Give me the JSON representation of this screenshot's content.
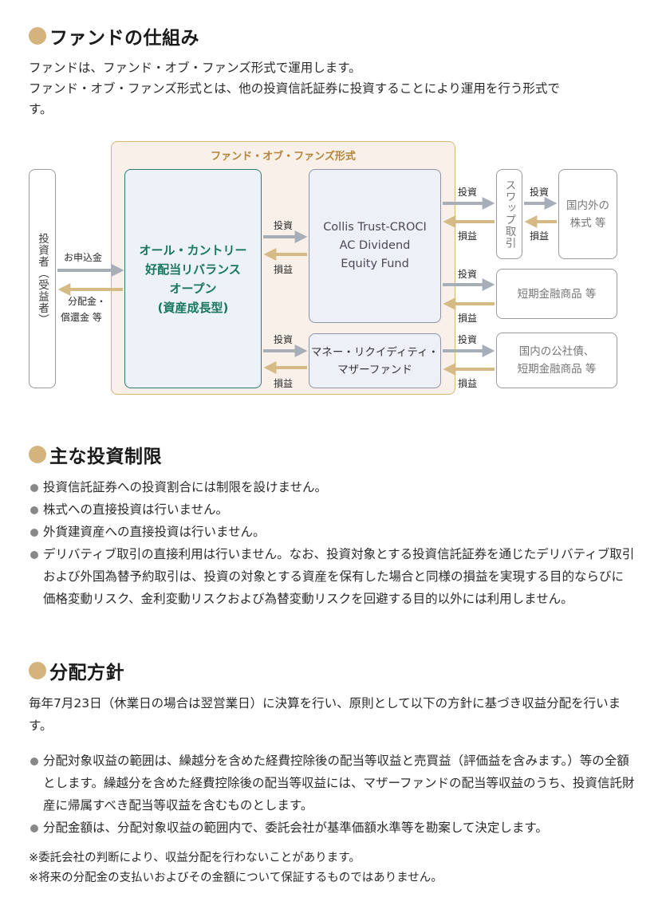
{
  "section1": {
    "heading": "ファンドの仕組み",
    "line1": "ファンドは、ファンド・オブ・ファンズ形式で運用します。",
    "line2": "ファンド・オブ・ファンズ形式とは、他の投資信託証券に投資することにより運用を行う形式で",
    "line3": "す。"
  },
  "diagram": {
    "frame_title": "ファンド・オブ・ファンズ形式",
    "investor": "投資者（受益者）",
    "subscription": "お申込金",
    "distribution_1": "分配金・",
    "distribution_2": "償還金 等",
    "fund_line1": "オール・カントリー",
    "fund_line2": "好配当リバランス",
    "fund_line3": "オープン",
    "fund_line4": "(資産成長型)",
    "croci_line1": "Collis Trust-CROCI",
    "croci_line2": "AC Dividend",
    "croci_line3": "Equity Fund",
    "mother_line1": "マネー・リクイディティ・",
    "mother_line2": "マザーファンド",
    "swap": "スワップ取引",
    "target1_line1": "国内外の",
    "target1_line2": "株式 等",
    "target2": "短期金融商品 等",
    "target3_line1": "国内の公社債、",
    "target3_line2": "短期金融商品 等",
    "invest": "投資",
    "gainloss": "損益",
    "colors": {
      "invest_arrow": "#a8aeb8",
      "gain_arrow": "#d6ba86",
      "fund_text": "#18765f",
      "accent": "#d4b47c"
    }
  },
  "section2": {
    "heading": "主な投資制限",
    "items": [
      "投資信託証券への投資割合には制限を設けません。",
      "株式への直接投資は行いません。",
      "外貨建資産への直接投資は行いません。",
      "デリバティブ取引の直接利用は行いません。なお、投資対象とする投資信託証券を通じたデリバティブ取引および外国為替予約取引は、投資の対象とする資産を保有した場合と同様の損益を実現する目的ならびに価格変動リスク、金利変動リスクおよび為替変動リスクを回避する目的以外には利用しません。"
    ]
  },
  "section3": {
    "heading": "分配方針",
    "intro": "毎年7月23日（休業日の場合は翌営業日）に決算を行い、原則として以下の方針に基づき収益分配を行います。",
    "items": [
      "分配対象収益の範囲は、繰越分を含めた経費控除後の配当等収益と売買益（評価益を含みます。）等の全額とします。繰越分を含めた経費控除後の配当等収益には、マザーファンドの配当等収益のうち、投資信託財産に帰属すべき配当等収益を含むものとします。",
      "分配金額は、分配対象収益の範囲内で、委託会社が基準価額水準等を勘案して決定します。"
    ],
    "note1": "※委託会社の判断により、収益分配を行わないことがあります。",
    "note2": "※将来の分配金の支払いおよびその金額について保証するものではありません。"
  }
}
